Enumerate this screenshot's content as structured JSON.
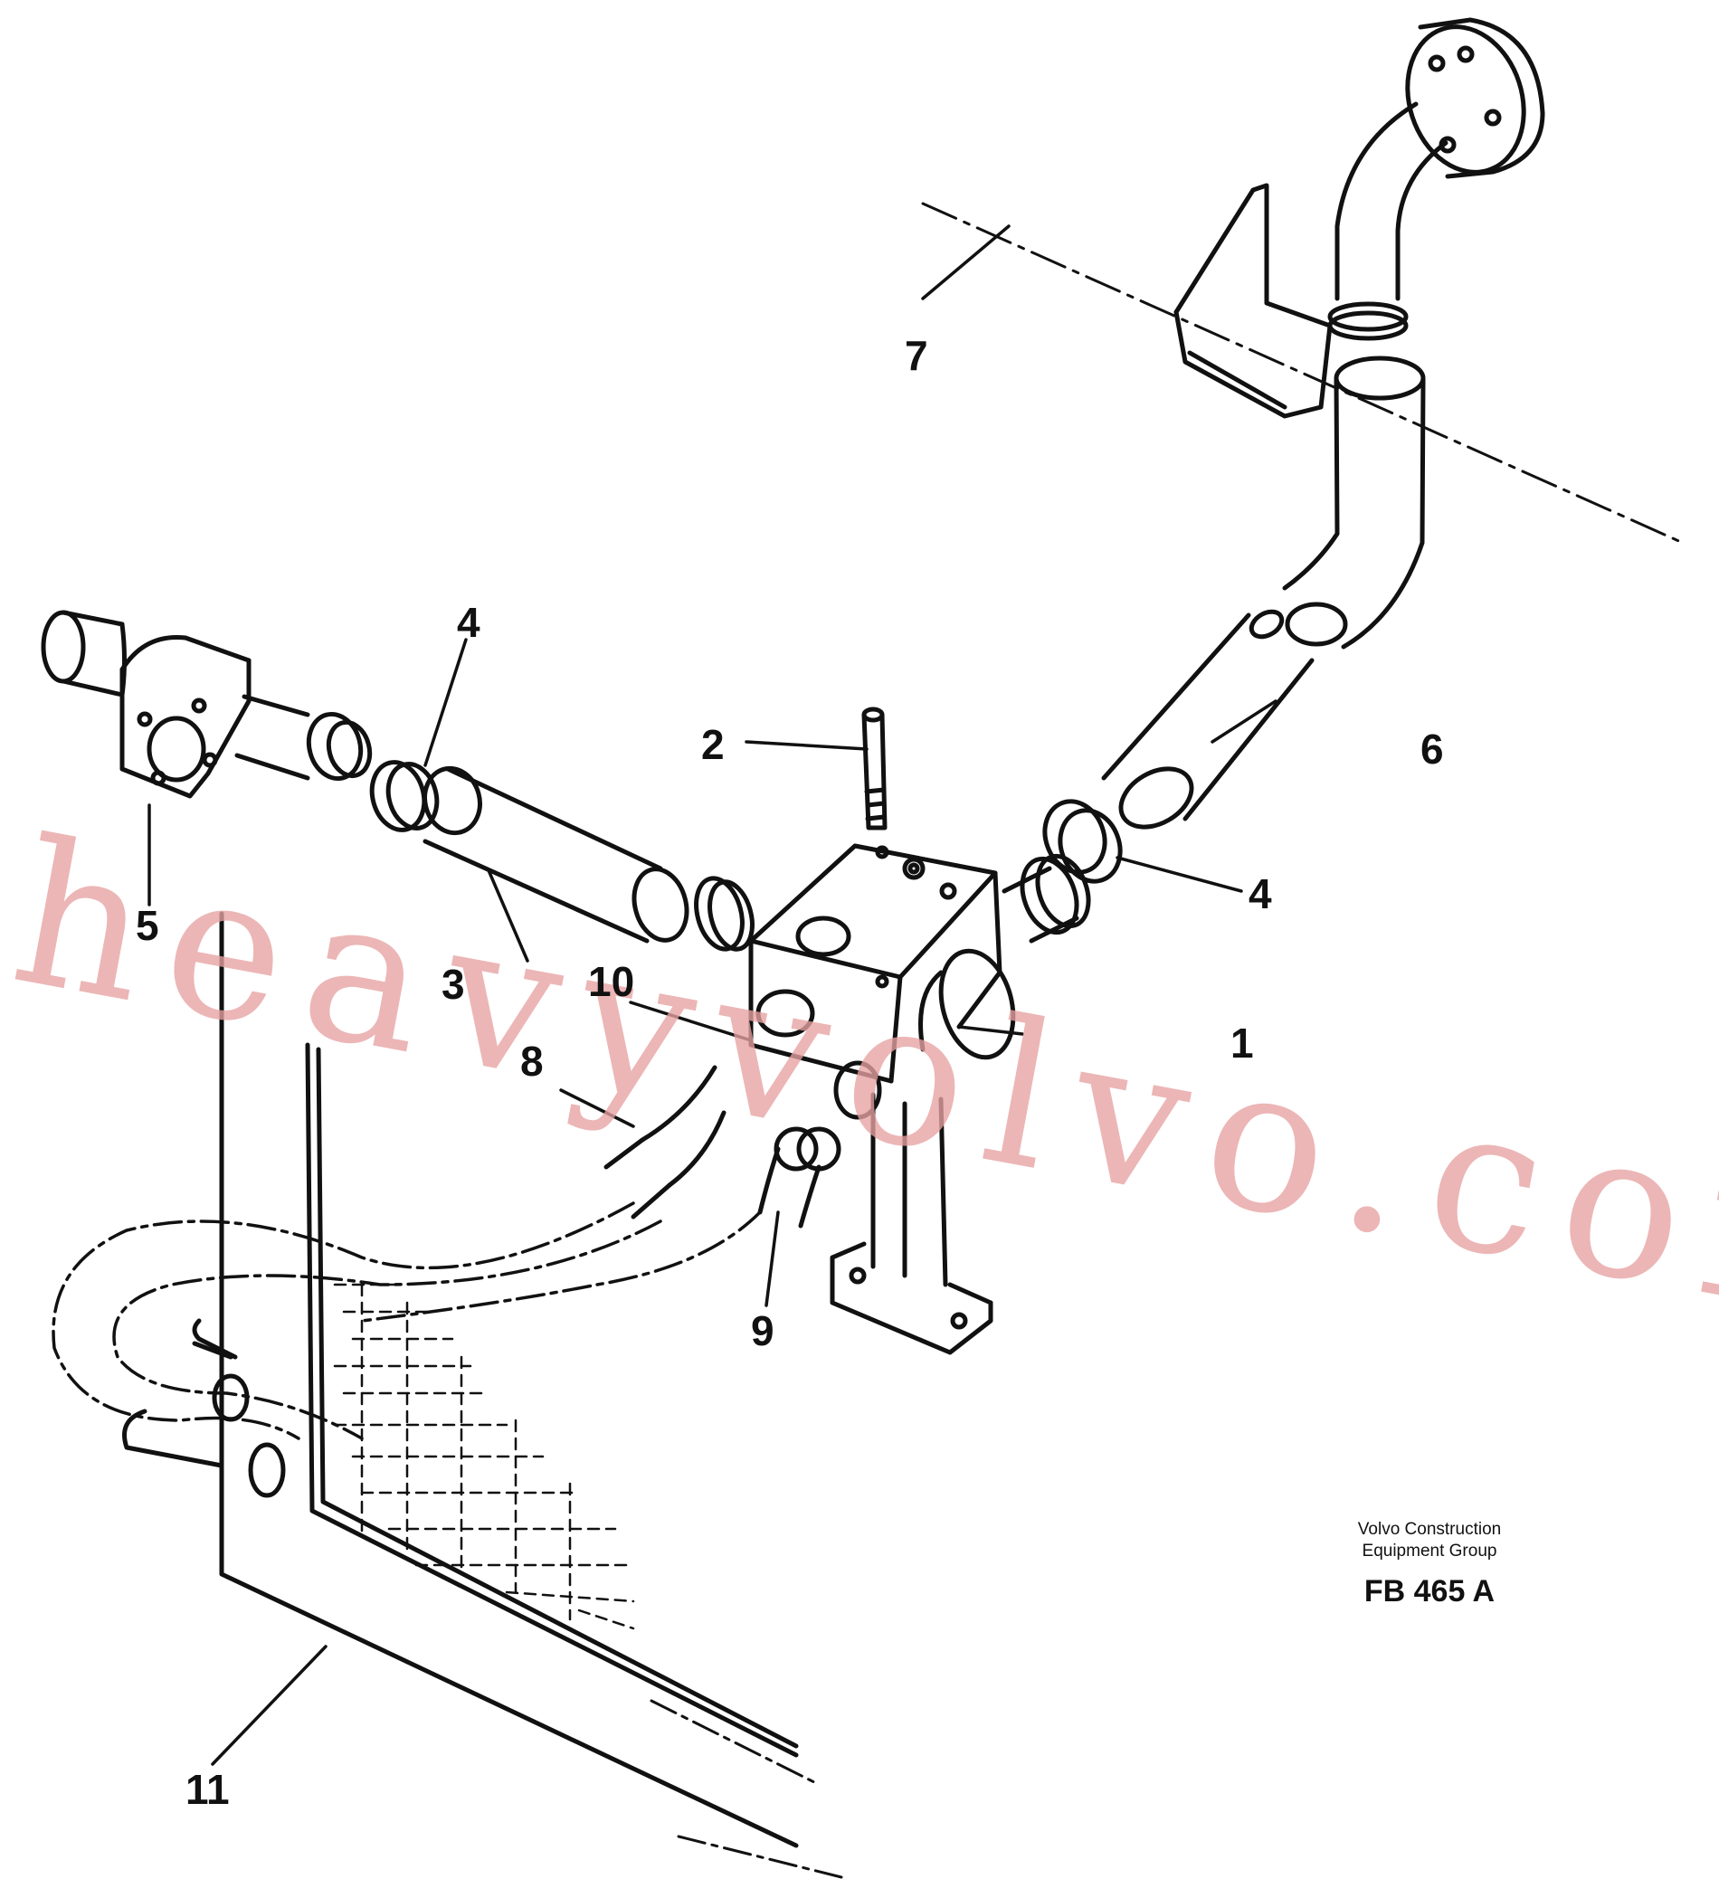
{
  "callouts": {
    "c1": "1",
    "c2": "2",
    "c3": "3",
    "c4a": "4",
    "c4b": "4",
    "c5": "5",
    "c6": "6",
    "c7": "7",
    "c8": "8",
    "c9": "9",
    "c10": "10",
    "c11": "11"
  },
  "footer": {
    "maker_line1": "Volvo Construction",
    "maker_line2": "Equipment Group",
    "drawing_code": "FB 465 A"
  },
  "watermark": "heavyvolvo.com",
  "colors": {
    "line": "#111111",
    "watermark": "#e7a2a2"
  }
}
